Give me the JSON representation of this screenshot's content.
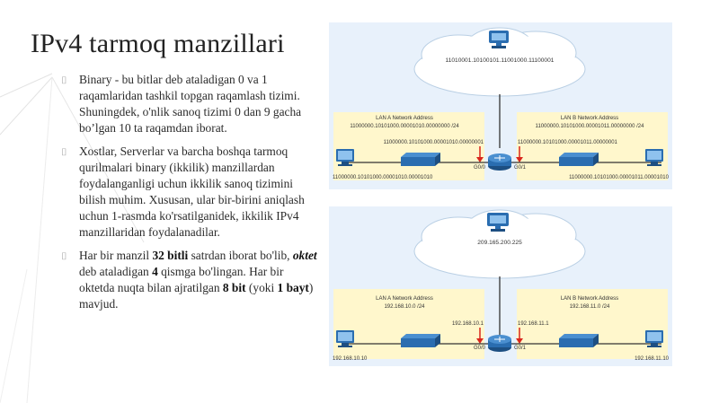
{
  "slide": {
    "title": "IPv4 tarmoq manzillari",
    "bullets": {
      "b1": "Binary - bu bitlar deb ataladigan 0 va 1 raqamlaridan tashkil topgan raqamlash tizimi. Shuningdek, o'nlik sanoq tizimi 0 dan 9 gacha bo’lgan 10 ta raqamdan iborat.",
      "b2": "Xostlar, Serverlar va barcha boshqa tarmoq qurilmalari binary (ikkilik) manzillardan foydalanganligi uchun ikkilik sanoq tizimini bilish muhim. Xususan, ular bir-birini aniqlash uchun 1-rasmda ko'rsatilganidek, ikkilik IPv4 manzillaridan foydalanadilar.",
      "b3": {
        "p1": "Har bir manzil ",
        "bold1": "32 bitli",
        "p2": " satrdan iborat bo'lib, ",
        "italic1": "oktet",
        "p3": " deb ataladigan ",
        "bold2": "4",
        "p4": " qismga bo'lingan. Har bir oktetda nuqta bilan ajratilgan ",
        "bold3": "8 bit",
        "p5": " (yoki ",
        "bold4": "1 bayt",
        "p6": ") mavjud."
      }
    },
    "figure_binary": {
      "server_address": "11010001.10100101.11001000.11100001",
      "lan_a_heading": "LAN A Network Address",
      "lan_a_address": "11000000.10101000.00001010.00000000 /24",
      "lan_b_heading": "LAN B Network Address",
      "lan_b_address": "11000000.10101000.00001011.00000000 /24",
      "g00_address": "11000000.10101000.00001010.00000001",
      "g01_address": "11000000.10101000.00001011.00000001",
      "g00_label": "G0/0",
      "g01_label": "G0/1",
      "host_a_address": "11000000.10101000.00001010.00001010",
      "host_b_address": "11000000.10101000.00001011.00001010"
    },
    "figure_decimal": {
      "server_address": "209.165.200.225",
      "lan_a_heading": "LAN A Network Address",
      "lan_a_address": "192.168.10.0 /24",
      "lan_b_heading": "LAN B Network Address",
      "lan_b_address": "192.168.11.0 /24",
      "g00_address": "192.168.10.1",
      "g01_address": "192.168.11.1",
      "g00_label": "G0/0",
      "g01_label": "G0/1",
      "host_a_address": "192.168.10.10",
      "host_b_address": "192.168.11.10"
    },
    "bullet_marker": "⌷"
  }
}
